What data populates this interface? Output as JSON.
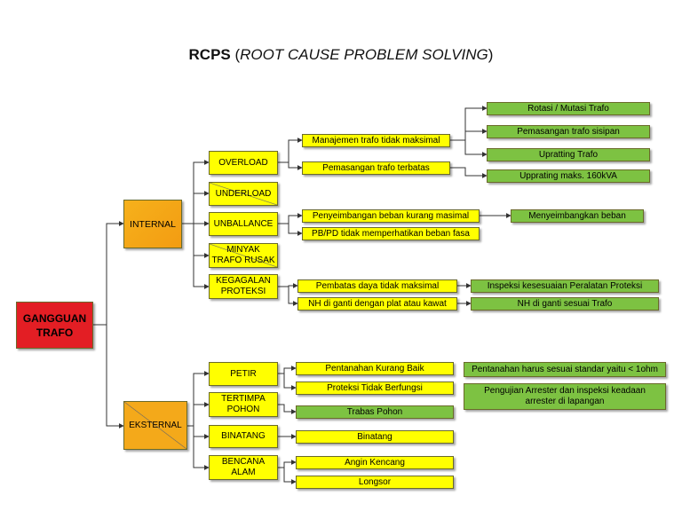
{
  "title": {
    "bold": "RCPS",
    "open": " (",
    "italic": "ROOT CAUSE PROBLEM SOLVING",
    "close": ")"
  },
  "root": "GANGGUAN\nTRAFO",
  "groups": {
    "internal": "INTERNAL",
    "eksternal": "EKSTERNAL"
  },
  "internal_causes": {
    "overload": "OVERLOAD",
    "underload": "UNDERLOAD",
    "unballance": "UNBALLANCE",
    "minyak": "MINYAK\nTRAFO RUSAK",
    "kegagalan": "KEGAGALAN\nPROTEKSI"
  },
  "internal_reasons": {
    "r1": "Manajemen trafo tidak maksimal",
    "r2": "Pemasangan trafo terbatas",
    "r3": "Penyeimbangan beban kurang masimal",
    "r4": "PB/PD tidak memperhatikan beban fasa",
    "r5": "Pembatas daya tidak maksimal",
    "r6": "NH di ganti dengan plat atau kawat"
  },
  "internal_solutions": {
    "s1": "Rotasi / Mutasi Trafo",
    "s2": "Pemasangan trafo sisipan",
    "s3": "Upratting Trafo",
    "s4": "Upprating maks. 160kVA",
    "s5": "Menyeimbangkan beban",
    "s6": "Inspeksi kesesuaian Peralatan Proteksi",
    "s7": "NH di ganti sesuai Trafo"
  },
  "external_causes": {
    "petir": "PETIR",
    "tertimpa": "TERTIMPA\nPOHON",
    "binatang": "BINATANG",
    "bencana": "BENCANA\nALAM"
  },
  "external_reasons": {
    "e1": "Pentanahan Kurang Baik",
    "e2": "Proteksi Tidak Berfungsi",
    "e3": "Trabas Pohon",
    "e4": "Binatang",
    "e5": "Angin Kencang",
    "e6": "Longsor"
  },
  "external_solutions": {
    "x1": "Pentanahan harus sesuai standar yaitu < 1ohm",
    "x2": "Pengujian Arrester dan inspeksi keadaan arrester di lapangan"
  },
  "colors": {
    "root": "#e31e24",
    "group": "#f4a91a",
    "cause": "#ffff00",
    "solution": "#7dc242",
    "line": "#333333"
  }
}
